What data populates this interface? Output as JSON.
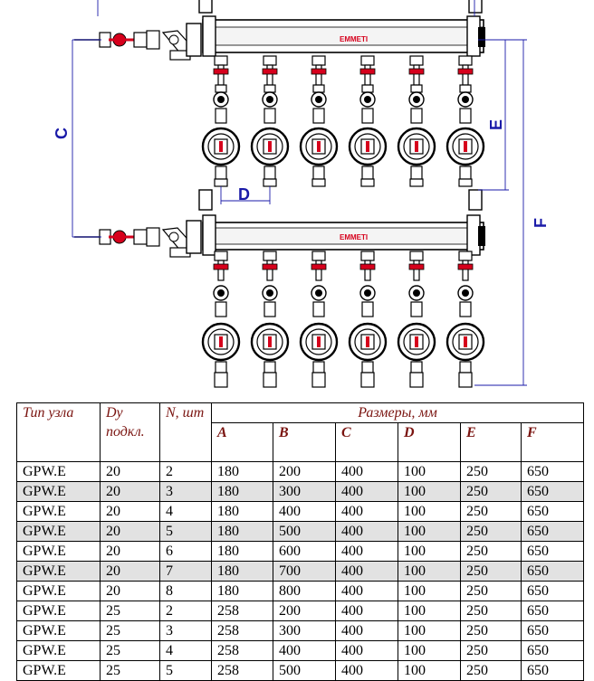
{
  "drawing": {
    "brand": "EMMETI",
    "dim_labels": [
      "C",
      "D",
      "E",
      "F"
    ],
    "colors": {
      "dim": "#1a1aa8",
      "valve_red": "#d6001c",
      "body": "#000000"
    }
  },
  "table": {
    "headers": {
      "type": "Тип узла",
      "dy": "Dy подкл.",
      "n": "N, шт",
      "dims": "Размеры, мм",
      "letters": [
        "A",
        "B",
        "C",
        "D",
        "E",
        "F"
      ]
    },
    "rows": [
      {
        "cells": [
          "GPW.E",
          "20",
          "2",
          "180",
          "200",
          "400",
          "100",
          "250",
          "650"
        ],
        "shaded": false
      },
      {
        "cells": [
          "GPW.E",
          "20",
          "3",
          "180",
          "300",
          "400",
          "100",
          "250",
          "650"
        ],
        "shaded": true
      },
      {
        "cells": [
          "GPW.E",
          "20",
          "4",
          "180",
          "400",
          "400",
          "100",
          "250",
          "650"
        ],
        "shaded": false
      },
      {
        "cells": [
          "GPW.E",
          "20",
          "5",
          "180",
          "500",
          "400",
          "100",
          "250",
          "650"
        ],
        "shaded": true
      },
      {
        "cells": [
          "GPW.E",
          "20",
          "6",
          "180",
          "600",
          "400",
          "100",
          "250",
          "650"
        ],
        "shaded": false
      },
      {
        "cells": [
          "GPW.E",
          "20",
          "7",
          "180",
          "700",
          "400",
          "100",
          "250",
          "650"
        ],
        "shaded": true
      },
      {
        "cells": [
          "GPW.E",
          "20",
          "8",
          "180",
          "800",
          "400",
          "100",
          "250",
          "650"
        ],
        "shaded": false
      },
      {
        "cells": [
          "GPW.E",
          "25",
          "2",
          "258",
          "200",
          "400",
          "100",
          "250",
          "650"
        ],
        "shaded": false
      },
      {
        "cells": [
          "GPW.E",
          "25",
          "3",
          "258",
          "300",
          "400",
          "100",
          "250",
          "650"
        ],
        "shaded": false
      },
      {
        "cells": [
          "GPW.E",
          "25",
          "4",
          "258",
          "400",
          "400",
          "100",
          "250",
          "650"
        ],
        "shaded": false
      },
      {
        "cells": [
          "GPW.E",
          "25",
          "5",
          "258",
          "500",
          "400",
          "100",
          "250",
          "650"
        ],
        "shaded": false
      }
    ]
  }
}
